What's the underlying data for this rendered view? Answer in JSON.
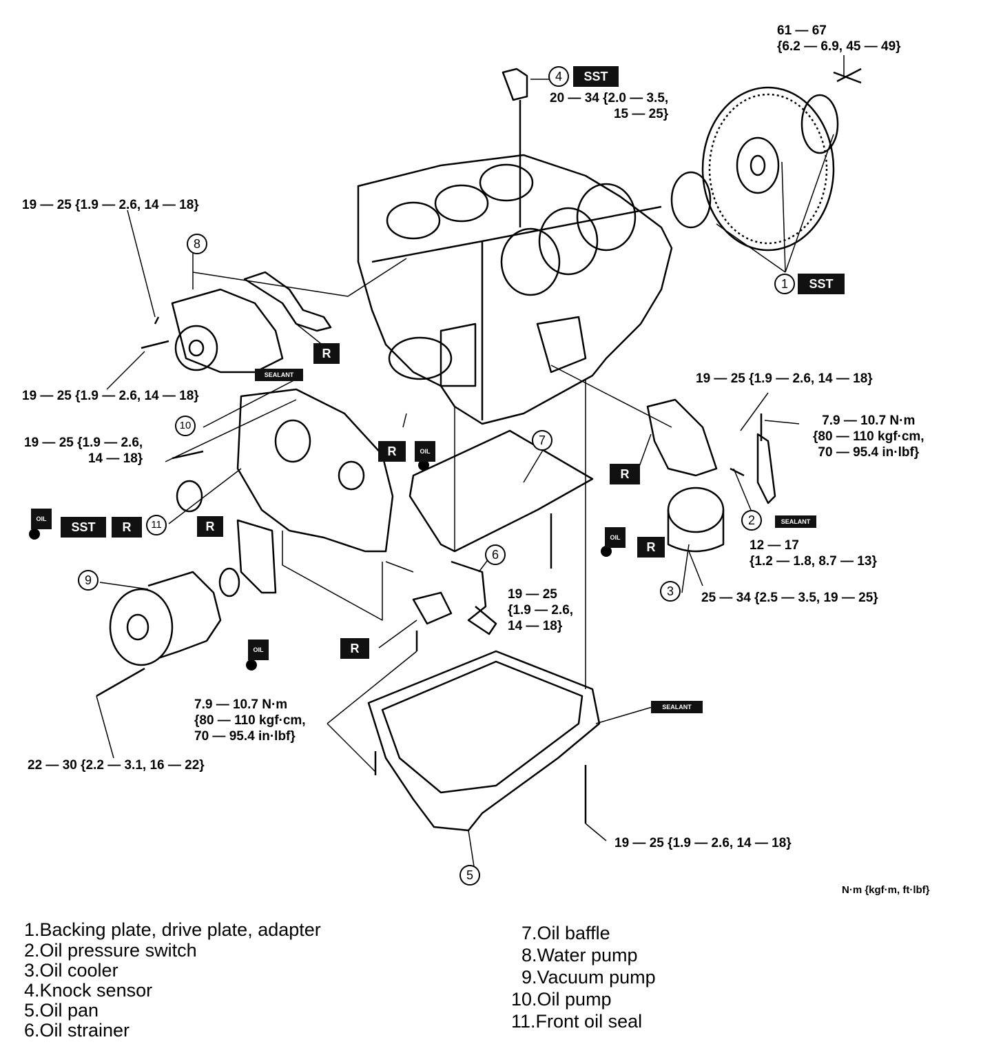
{
  "badges": {
    "sst": "SST",
    "r": "R",
    "oil": "OIL",
    "sealant": "SEALANT"
  },
  "callouts": [
    "1",
    "2",
    "3",
    "4",
    "5",
    "6",
    "7",
    "8",
    "9",
    "10",
    "11"
  ],
  "specs": {
    "flywheel_bolt": "61 — 67\n{6.2 — 6.9, 45 — 49}",
    "knock_sensor": "20 — 34 {2.0 — 3.5,\n15 — 25}",
    "water_pump_upper": "19 — 25 {1.9 — 2.6, 14 — 18}",
    "water_pump_lower": "19 — 25 {1.9 — 2.6, 14 — 18}",
    "oil_pump_bolt": "19 — 25 {1.9 — 2.6,\n14 — 18}",
    "cooler_bracket": "19 — 25 {1.9 — 2.6, 14 — 18}",
    "cooler_bolt": "7.9 — 10.7 N·m\n{80 — 110 kgf·cm,\n70 — 95.4 in·lbf}",
    "pressure_switch": "12 — 17\n{1.2 — 1.8, 8.7 — 13}",
    "oil_cooler_nut": "25 — 34 {2.5 — 3.5, 19 — 25}",
    "baffle_bolt": "19 — 25\n{1.9 — 2.6,\n14 — 18}",
    "strainer_bolt": "7.9 — 10.7 N·m\n{80 — 110 kgf·cm,\n70 — 95.4 in·lbf}",
    "vacuum_pump_bolt": "22 — 30 {2.2 — 3.1, 16 — 22}",
    "oil_pan_bolt": "19 — 25 {1.9 — 2.6, 14 — 18}"
  },
  "units": "N·m {kgf·m, ft·lbf}",
  "legend": [
    "1.Backing plate, drive plate, adapter",
    "2.Oil pressure switch",
    "3.Oil cooler",
    "4.Knock sensor",
    "5.Oil pan",
    "6.Oil strainer",
    "7.Oil baffle",
    "8.Water pump",
    "9.Vacuum pump",
    "10.Oil pump",
    "11.Front oil seal"
  ]
}
